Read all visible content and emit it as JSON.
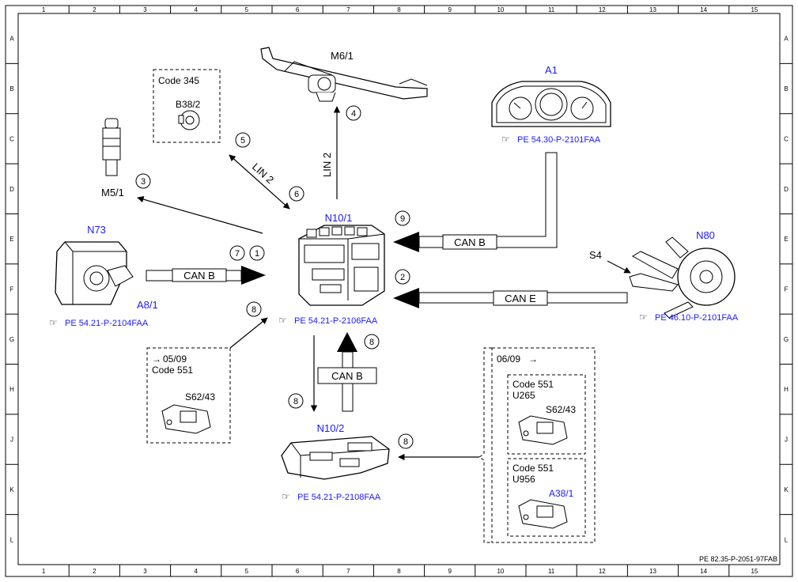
{
  "colors": {
    "label": "#1a1aff",
    "line": "#000000",
    "ref_text": "#1a1aff"
  },
  "grid": {
    "columns": [
      "1",
      "2",
      "3",
      "4",
      "5",
      "6",
      "7",
      "8",
      "9",
      "10",
      "11",
      "12",
      "13",
      "14",
      "15"
    ],
    "rows": [
      "A",
      "B",
      "C",
      "D",
      "E",
      "F",
      "G",
      "H",
      "J",
      "K",
      "L"
    ]
  },
  "components": {
    "n101": {
      "label": "N10/1",
      "ref": "PE 54.21-P-2106FAA"
    },
    "n73": {
      "label": "N73"
    },
    "a81": {
      "label": "A8/1",
      "ref": "PE 54.21-P-2104FAA"
    },
    "a1": {
      "label": "A1",
      "ref": "PE 54.30-P-2101FAA"
    },
    "n80": {
      "label": "N80",
      "ref": "PE 46.10-P-2101FAA"
    },
    "s4": {
      "label": "S4"
    },
    "n102": {
      "label": "N10/2",
      "ref": "PE 54.21-P-2108FAA"
    },
    "m61": {
      "label": "M6/1"
    },
    "m51": {
      "label": "M5/1"
    },
    "b382": {
      "label": "B38/2",
      "code": "Code 345"
    },
    "s6243_left": {
      "label": "S62/43",
      "date": "05/09",
      "code": "Code 551"
    },
    "group_right": {
      "date": "06/09"
    },
    "s6243_right": {
      "label": "S62/43",
      "code": "Code 551",
      "variant": "U265"
    },
    "a381": {
      "label": "A38/1",
      "code": "Code 551",
      "variant": "U956"
    }
  },
  "buses": {
    "can_b": "CAN B",
    "can_e": "CAN E",
    "lin_2": "LIN 2"
  },
  "markers": [
    "1",
    "2",
    "3",
    "4",
    "5",
    "6",
    "7",
    "8",
    "9"
  ],
  "footer": {
    "doc_ref": "PE 82.35-P-2051-97FAB"
  },
  "icons": {
    "reference": "pointing-hand-icon",
    "arrow_right": "arrow-right-glyph"
  }
}
